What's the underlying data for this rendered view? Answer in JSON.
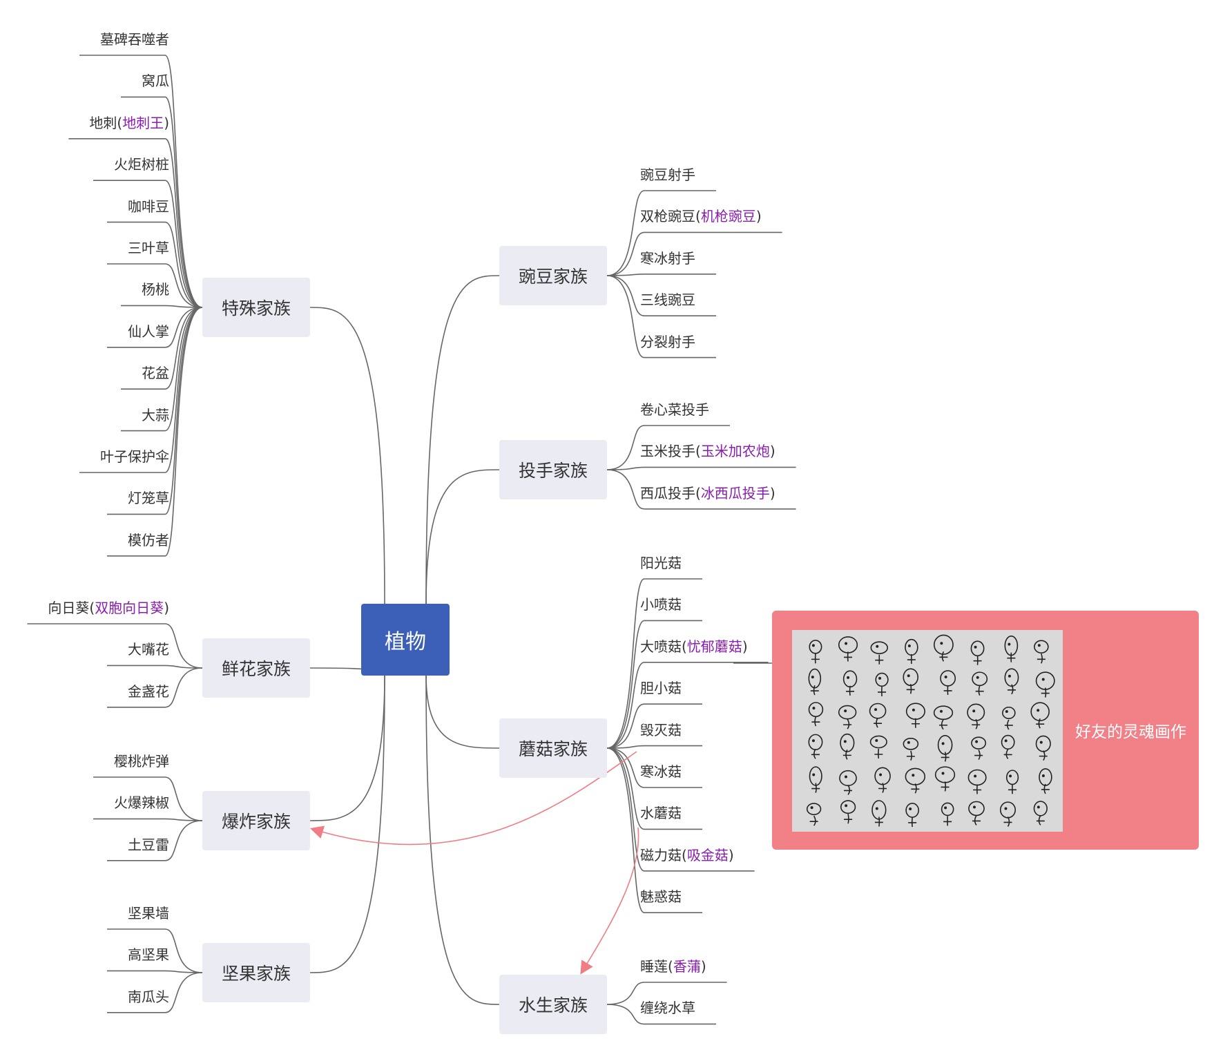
{
  "root": {
    "label": "植物"
  },
  "branches": {
    "pea": {
      "label": "豌豆家族"
    },
    "thrower": {
      "label": "投手家族"
    },
    "mushroom": {
      "label": "蘑菇家族"
    },
    "aquatic": {
      "label": "水生家族"
    },
    "special": {
      "label": "特殊家族"
    },
    "flower": {
      "label": "鲜花家族"
    },
    "explosive": {
      "label": "爆炸家族"
    },
    "nut": {
      "label": "坚果家族"
    }
  },
  "leaves": {
    "pea": [
      {
        "name": "豌豆射手"
      },
      {
        "name": "双枪豌豆",
        "upgrade": "机枪豌豆"
      },
      {
        "name": "寒冰射手"
      },
      {
        "name": "三线豌豆"
      },
      {
        "name": "分裂射手"
      }
    ],
    "thrower": [
      {
        "name": "卷心菜投手"
      },
      {
        "name": "玉米投手",
        "upgrade": "玉米加农炮"
      },
      {
        "name": "西瓜投手",
        "upgrade": "冰西瓜投手"
      }
    ],
    "mushroom": [
      {
        "name": "阳光菇"
      },
      {
        "name": "小喷菇"
      },
      {
        "name": "大喷菇",
        "upgrade": "忧郁蘑菇"
      },
      {
        "name": "胆小菇"
      },
      {
        "name": "毁灭菇"
      },
      {
        "name": "寒冰菇"
      },
      {
        "name": "水蘑菇"
      },
      {
        "name": "磁力菇",
        "upgrade": "吸金菇"
      },
      {
        "name": "魅惑菇"
      }
    ],
    "aquatic": [
      {
        "name": "睡莲",
        "upgrade": "香蒲"
      },
      {
        "name": "缠绕水草"
      }
    ],
    "special": [
      {
        "name": "墓碑吞噬者"
      },
      {
        "name": "窝瓜"
      },
      {
        "name": "地刺",
        "upgrade": "地刺王"
      },
      {
        "name": "火炬树桩"
      },
      {
        "name": "咖啡豆"
      },
      {
        "name": "三叶草"
      },
      {
        "name": "杨桃"
      },
      {
        "name": "仙人掌"
      },
      {
        "name": "花盆"
      },
      {
        "name": "大蒜"
      },
      {
        "name": "叶子保护伞"
      },
      {
        "name": "灯笼草"
      },
      {
        "name": "模仿者"
      }
    ],
    "flower": [
      {
        "name": "向日葵",
        "upgrade": "双胞向日葵"
      },
      {
        "name": "大嘴花"
      },
      {
        "name": "金盏花"
      }
    ],
    "explosive": [
      {
        "name": "樱桃炸弹"
      },
      {
        "name": "火爆辣椒"
      },
      {
        "name": "土豆雷"
      }
    ],
    "nut": [
      {
        "name": "坚果墙"
      },
      {
        "name": "高坚果"
      },
      {
        "name": "南瓜头"
      }
    ]
  },
  "callout": {
    "label": "好友的灵魂画作",
    "image": "child-drawing-of-plants"
  },
  "colors": {
    "root_bg": "#3c5fb8",
    "branch_bg": "#ebebf3",
    "line": "#666666",
    "alias_text": "#8a1cb0",
    "callout_bg": "#f28087",
    "relation_arrow": "#f07c84"
  }
}
